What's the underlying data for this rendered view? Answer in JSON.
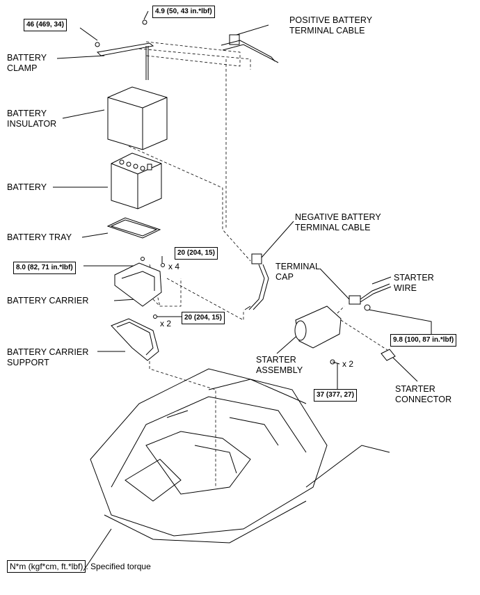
{
  "labels": {
    "positive_cable": "POSITIVE BATTERY\nTERMINAL CABLE",
    "battery_clamp": "BATTERY\nCLAMP",
    "battery_insulator": "BATTERY\nINSULATOR",
    "battery": "BATTERY",
    "battery_tray": "BATTERY TRAY",
    "negative_cable": "NEGATIVE BATTERY\nTERMINAL CABLE",
    "terminal_cap": "TERMINAL\nCAP",
    "starter_wire": "STARTER\nWIRE",
    "battery_carrier": "BATTERY CARRIER",
    "battery_carrier_support": "BATTERY CARRIER\nSUPPORT",
    "starter_assembly": "STARTER\nASSEMBLY",
    "starter_connector": "STARTER\nCONNECTOR"
  },
  "torques": {
    "clamp_bolt": "46 (469, 34)",
    "terminal_nut": "4.9 (50, 43 in.*lbf)",
    "carrier_bolt_upper": "20 (204, 15)",
    "carrier_bolt_small": "8.0 (82, 71 in.*lbf)",
    "support_bolt": "20 (204, 15)",
    "starter_wire_nut": "9.8 (100, 87 in.*lbf)",
    "starter_bolt": "37 (377, 27)"
  },
  "quantities": {
    "carrier_bolts": "x 4",
    "support_bolts": "x 2",
    "starter_bolts": "x 2"
  },
  "legend": {
    "unit": "N*m (kgf*cm, ft.*lbf)",
    "description": ": Specified torque"
  }
}
